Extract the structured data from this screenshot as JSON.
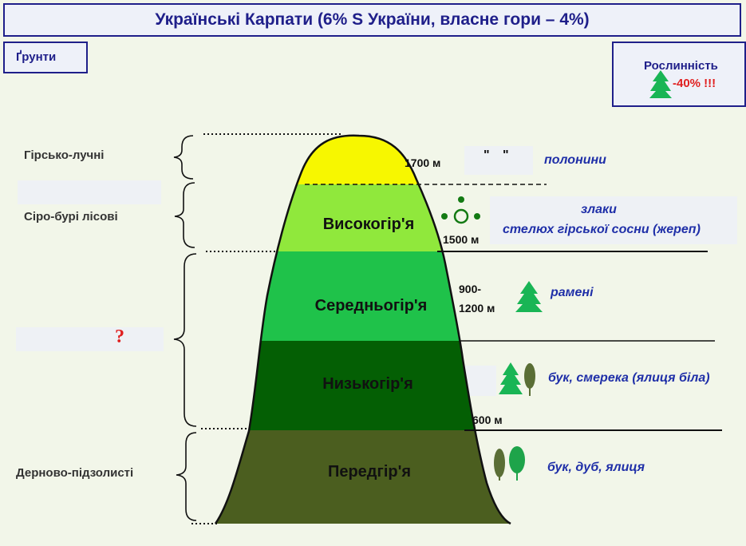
{
  "title": "Українські Карпати (6% S України, власне гори – 4%)",
  "soils_label": "Ґрунти",
  "vegetation": {
    "label": "Рослинність",
    "percent": "-40% !!!"
  },
  "soils": [
    "Гірсько-лучні",
    "Сіро-бурі лісові",
    "?",
    "Дерново-підзолисті"
  ],
  "belts": [
    {
      "name": "Високогір'я",
      "color": "#90e83c"
    },
    {
      "name": "Середньогір'я",
      "color": "#1fc24a"
    },
    {
      "name": "Низькогір'я",
      "color": "#045f04"
    },
    {
      "name": "Передгір'я",
      "color": "#4b5e1f"
    }
  ],
  "summit_color": "#f7f700",
  "altitudes": {
    "a1700": "1700 м",
    "a1500": "1500 м",
    "a900": "900-",
    "a1200": "1200 м",
    "a600": "600 м"
  },
  "veg_zones": {
    "polonyny": "полонини",
    "polonyny_marks": "\" \"",
    "zlaky": "злаки",
    "stelyuh": "стелюх гірської сосни (жереп)",
    "rameni": "рамені",
    "buk_smereka": "бук, смерека (ялиця біла)",
    "buk_dub": "бук, дуб, ялиця"
  }
}
